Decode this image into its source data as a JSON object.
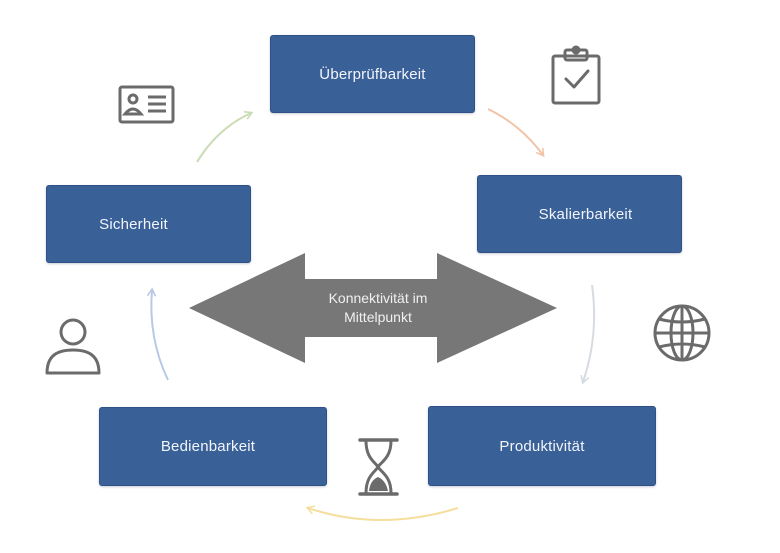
{
  "nodes": {
    "ueberpruefbarkeit": "Überprüfbarkeit",
    "skalierbarkeit": "Skalierbarkeit",
    "produktivitaet": "Produktivität",
    "bedienbarkeit": "Bedienbarkeit",
    "sicherheit": "Sicherheit"
  },
  "center": {
    "line1": "Konnektivität im",
    "line2": "Mittelpunkt"
  },
  "icons": {
    "top_left": "id-card-icon",
    "top_right": "clipboard-check-icon",
    "right": "globe-icon",
    "bottom": "hourglass-icon",
    "left": "user-icon"
  },
  "colors": {
    "node_fill": "#3a6098",
    "center_arrow": "#777777",
    "icon_stroke": "#6b6b6b",
    "arrow_green": "#c9dcb3",
    "arrow_orange": "#f3c3a8",
    "arrow_gray": "#d6dbe1",
    "arrow_yellow": "#f5df9e",
    "arrow_blue": "#b7c9e6"
  }
}
